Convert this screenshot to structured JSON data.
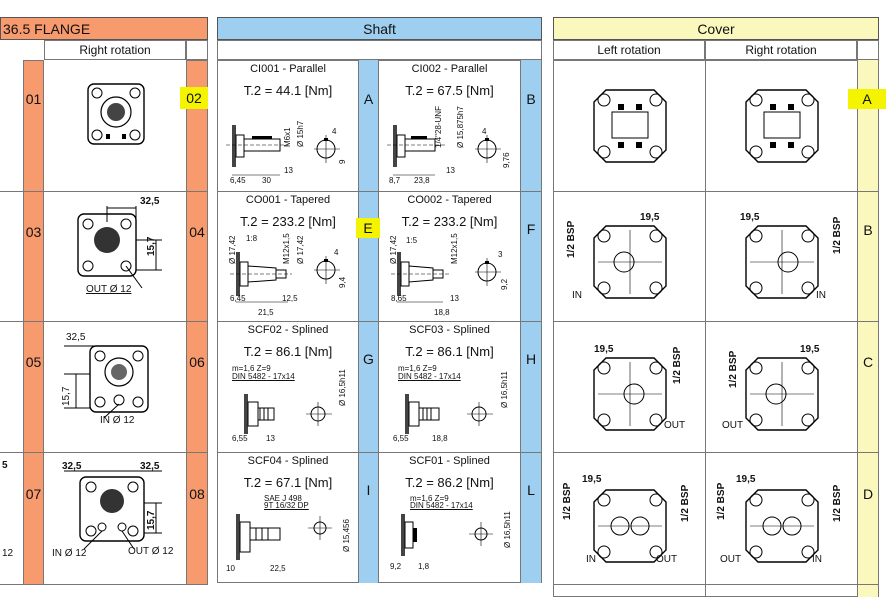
{
  "flange": {
    "title": "36.5 FLANGE",
    "subheader": "Right rotation",
    "rows": [
      {
        "left_code": "01",
        "right_code": "02",
        "right_highlight": true,
        "dims": []
      },
      {
        "left_code": "03",
        "right_code": "04",
        "dims": [
          "32,5",
          "15,7"
        ],
        "label": "OUT Ø 12"
      },
      {
        "left_code": "05",
        "right_code": "06",
        "dims": [
          "32,5",
          "15,7"
        ],
        "label": "IN Ø 12"
      },
      {
        "left_code": "07",
        "right_code": "08",
        "dims": [
          "32,5",
          "32,5",
          "15,7"
        ],
        "label_in": "IN Ø 12",
        "label_out": "OUT Ø 12",
        "left_fragment": "5",
        "left_fragment_bottom": "12"
      }
    ]
  },
  "shaft": {
    "title": "Shaft",
    "cells": [
      {
        "name": "CI001 - Parallel",
        "torque": "T.2 = 44.1 [Nm]",
        "code": "A",
        "dims": [
          "6,45",
          "30",
          "13",
          "M6x1",
          "Ø 15h7",
          "4",
          "9"
        ]
      },
      {
        "name": "CI002 - Parallel",
        "torque": "T.2 = 67.5 [Nm]",
        "code": "B",
        "dims": [
          "8,7",
          "23,8",
          "13",
          "1/4\"28-UNF",
          "Ø 15,875h7",
          "4",
          "9,76"
        ]
      },
      {
        "name": "CO001 - Tapered",
        "torque": "T.2 = 233.2 [Nm]",
        "code": "E",
        "highlight": true,
        "dims": [
          "6,45",
          "21,5",
          "12,5",
          "Ø 17,42",
          "1:8",
          "M12x1,5",
          "Ø 17,42",
          "4",
          "9,4"
        ]
      },
      {
        "name": "CO002 - Tapered",
        "torque": "T.2 = 233.2 [Nm]",
        "code": "F",
        "dims": [
          "8,65",
          "18,8",
          "13",
          "Ø 17,42",
          "1:5",
          "M12x1,5",
          "3",
          "9,2"
        ]
      },
      {
        "name": "SCF02 - Splined",
        "torque": "T.2 = 86.1 [Nm]",
        "code": "G",
        "spec1": "m=1,6   Z=9",
        "spec2": "DIN 5482 - 17x14",
        "dims": [
          "6,55",
          "13",
          "Ø 16,5h11"
        ]
      },
      {
        "name": "SCF03 - Splined",
        "torque": "T.2 = 86.1 [Nm]",
        "code": "H",
        "spec1": "m=1,6   Z=9",
        "spec2": "DIN 5482 - 17x14",
        "dims": [
          "6,55",
          "18,8",
          "Ø 16,5h11"
        ]
      },
      {
        "name": "SCF04 - Splined",
        "torque": "T.2 = 67.1 [Nm]",
        "code": "I",
        "spec1": "SAE J 498",
        "spec2": "9T 16/32 DP",
        "dims": [
          "10",
          "22,5",
          "Ø 15,456"
        ]
      },
      {
        "name": "SCF01 - Splined",
        "torque": "T.2 = 86.2 [Nm]",
        "code": "L",
        "spec1": "m=1,6   Z=9",
        "spec2": "DIN 5482 - 17x14",
        "dims": [
          "9,2",
          "1,8",
          "Ø 16,5h11"
        ]
      }
    ]
  },
  "cover": {
    "title": "Cover",
    "left_header": "Left rotation",
    "right_header": "Right rotation",
    "rows": [
      {
        "code": "A",
        "highlight": true
      },
      {
        "code": "B",
        "left": {
          "d1": "19,5",
          "d2": "1/2 BSP",
          "label": "IN"
        },
        "right": {
          "d1": "19,5",
          "d2": "1/2 BSP",
          "label": "IN"
        }
      },
      {
        "code": "C",
        "left": {
          "d1": "19,5",
          "d2": "1/2 BSP",
          "label": "OUT"
        },
        "right": {
          "d1": "19,5",
          "d2": "1/2 BSP",
          "label": "OUT"
        }
      },
      {
        "code": "D",
        "left": {
          "d1": "19,5",
          "d2": "1/2 BSP",
          "d3": "1/2 BSP",
          "label1": "IN",
          "label2": "OUT"
        },
        "right": {
          "d1": "19,5",
          "d2": "1/2 BSP",
          "d3": "1/2 BSP",
          "label1": "OUT",
          "label2": "IN"
        }
      }
    ]
  },
  "colors": {
    "flange": "#f79a6e",
    "shaft": "#9fcff0",
    "cover": "#fbf8bd",
    "highlight": "#f4f400"
  }
}
